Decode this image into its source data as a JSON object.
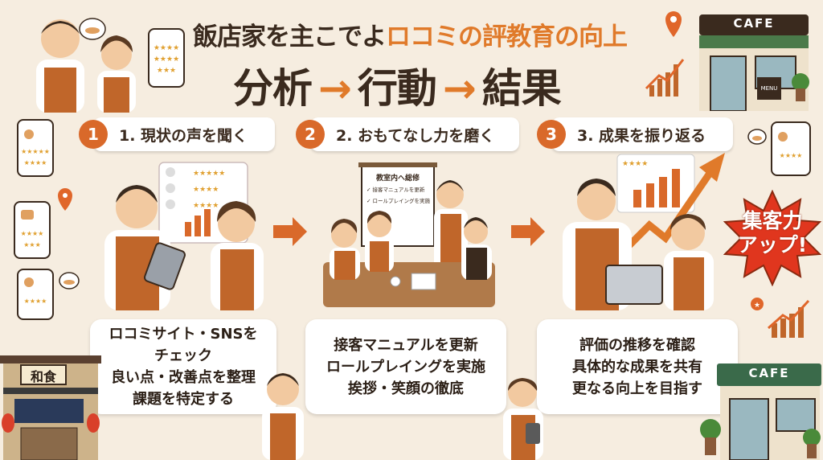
{
  "header": {
    "title_part1": "飯店家を主こでよ",
    "title_highlight": "ロコミの評教育の向上",
    "flow": [
      "分析",
      "行動",
      "結果"
    ]
  },
  "steps": [
    {
      "number": "1",
      "label": "1. 現状の声を聞く"
    },
    {
      "number": "2",
      "label": "2. おもてなし力を磨く"
    },
    {
      "number": "3",
      "label": "3. 成果を振り返る"
    }
  ],
  "cards": [
    {
      "lines": [
        "ロコミサイト・SNSを",
        "チェック",
        "良い点・改善点を整理",
        "課題を特定する"
      ]
    },
    {
      "lines": [
        "接客マニュアルを更新",
        "ロールプレイングを実施",
        "挨拶・笑顔の徹底"
      ]
    },
    {
      "lines": [
        "評価の推移を確認",
        "具体的な成果を共有",
        "更なる向上を目指す"
      ]
    }
  ],
  "burst": {
    "line1": "集客力",
    "line2": "アップ!"
  },
  "whiteboard": {
    "title": "教室内へ総修",
    "items": [
      "接客マニュアルを更新",
      "ロールプレイングを実施"
    ]
  },
  "signs": {
    "cafe_top": "CAFE",
    "cafe_bottom": "CAFE",
    "washoku": "和食",
    "menu": "MENU"
  },
  "colors": {
    "accent": "#d9692a",
    "background": "#f6ede0",
    "text": "#3a2a1e"
  }
}
